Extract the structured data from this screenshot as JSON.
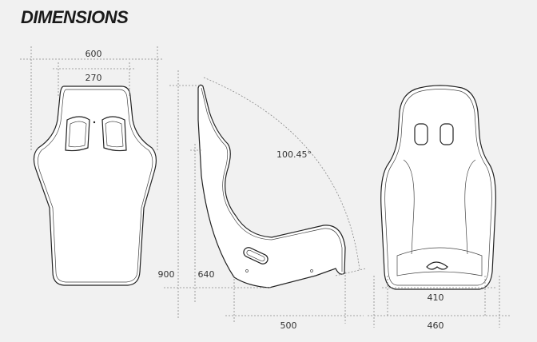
{
  "title": "DIMENSIONS",
  "dimensions": {
    "overall_width_back": "600",
    "headrest_width": "270",
    "overall_height": "900",
    "back_height": "640",
    "seat_depth": "500",
    "recline_angle": "100.45°",
    "inner_seat_width": "410",
    "base_width": "460"
  }
}
